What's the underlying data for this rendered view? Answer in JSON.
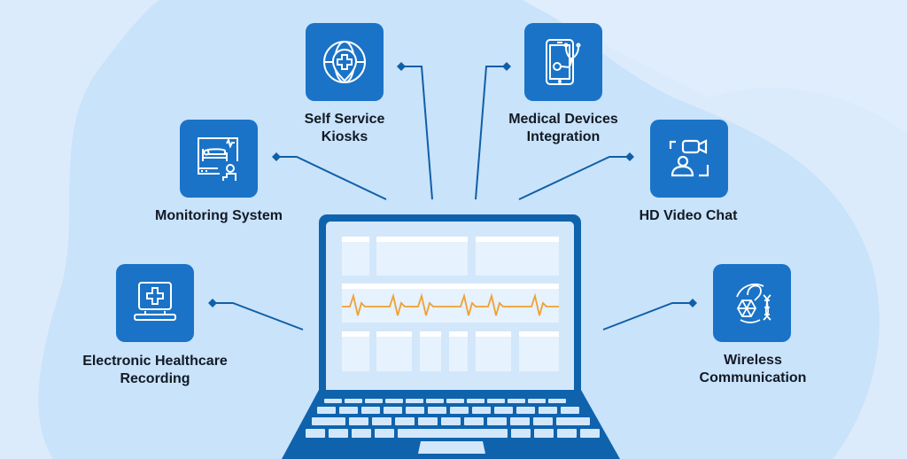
{
  "title": "Telehealth Features Diagram",
  "colors": {
    "background_light": "#dcebfb",
    "blob": "#c9e3fb",
    "tile": "#1a73c7",
    "laptop": "#0f63ad",
    "screen": "#d3e7fb",
    "panel": "#e6f2fd",
    "heartbeat": "#f0a033",
    "text": "#121a25"
  },
  "features": [
    {
      "id": "self-service-kiosks",
      "label_lines": [
        "Self Service",
        "Kiosks"
      ],
      "icon": "globe-location-cross-icon"
    },
    {
      "id": "medical-devices-integration",
      "label_lines": [
        "Medical Devices",
        "Integration"
      ],
      "icon": "tablet-stethoscope-icon"
    },
    {
      "id": "monitoring-system",
      "label_lines": [
        "Monitoring System"
      ],
      "icon": "patient-monitor-bed-icon"
    },
    {
      "id": "hd-video-chat",
      "label_lines": [
        "HD Video Chat"
      ],
      "icon": "video-call-person-icon"
    },
    {
      "id": "electronic-healthcare-recording",
      "label_lines": [
        "Electronic Healthcare",
        "Recording"
      ],
      "icon": "computer-medical-cross-icon"
    },
    {
      "id": "wireless-communication",
      "label_lines": [
        "Wireless",
        "Communication"
      ],
      "icon": "network-brain-dna-icon"
    }
  ],
  "center": {
    "device": "laptop-icon",
    "screen_content": "heartbeat-dashboard"
  }
}
